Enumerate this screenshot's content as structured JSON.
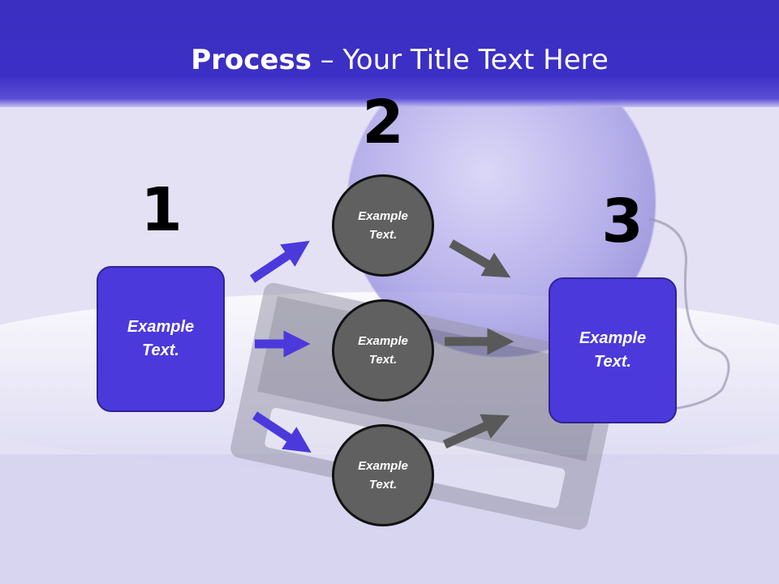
{
  "title": {
    "bold": "Process",
    "rest": " – Your Title Text Here"
  },
  "steps": {
    "one": "1",
    "two": "2",
    "three": "3"
  },
  "box_left": {
    "line1": "Example",
    "line2": "Text."
  },
  "box_right": {
    "line1": "Example",
    "line2": "Text."
  },
  "circles": [
    {
      "line1": "Example",
      "line2": "Text."
    },
    {
      "line1": "Example",
      "line2": "Text."
    },
    {
      "line1": "Example",
      "line2": "Text."
    }
  ],
  "colors": {
    "title_bar": "#3a2fc0",
    "box_fill": "#4b39dc",
    "circle_fill": "#606060",
    "arrow_blue": "#4b39dc",
    "arrow_gray": "#595959"
  }
}
